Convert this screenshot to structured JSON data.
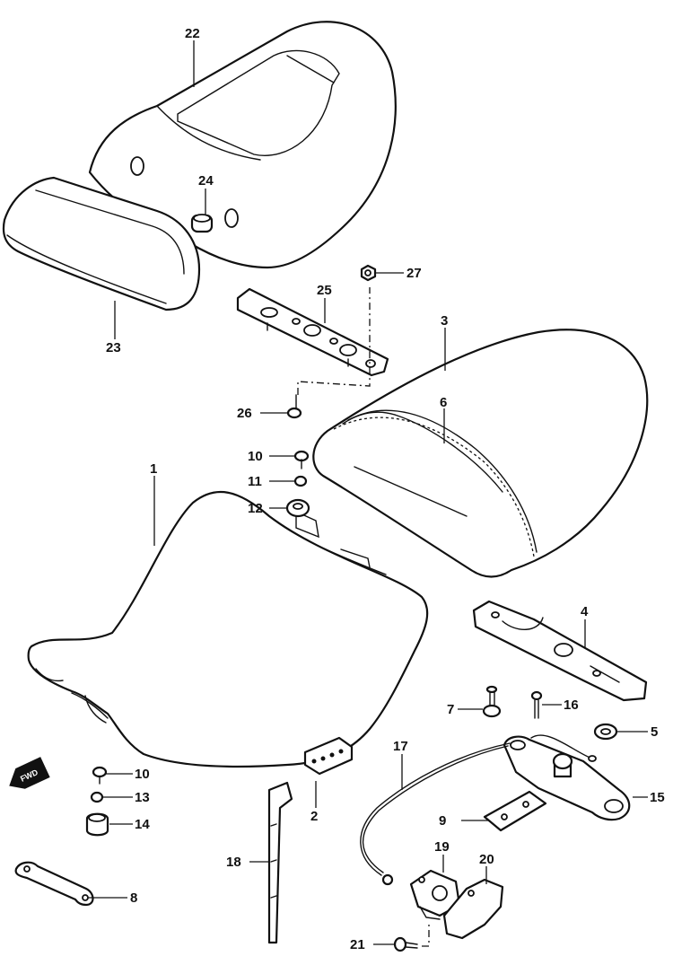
{
  "diagram": {
    "callouts": [
      {
        "id": "1",
        "label": "1"
      },
      {
        "id": "2",
        "label": "2"
      },
      {
        "id": "3",
        "label": "3"
      },
      {
        "id": "4",
        "label": "4"
      },
      {
        "id": "5",
        "label": "5"
      },
      {
        "id": "6",
        "label": "6"
      },
      {
        "id": "7",
        "label": "7"
      },
      {
        "id": "8",
        "label": "8"
      },
      {
        "id": "9",
        "label": "9"
      },
      {
        "id": "10a",
        "label": "10"
      },
      {
        "id": "10b",
        "label": "10"
      },
      {
        "id": "11",
        "label": "11"
      },
      {
        "id": "12",
        "label": "12"
      },
      {
        "id": "13",
        "label": "13"
      },
      {
        "id": "14",
        "label": "14"
      },
      {
        "id": "15",
        "label": "15"
      },
      {
        "id": "16",
        "label": "16"
      },
      {
        "id": "17",
        "label": "17"
      },
      {
        "id": "18",
        "label": "18"
      },
      {
        "id": "19",
        "label": "19"
      },
      {
        "id": "20",
        "label": "20"
      },
      {
        "id": "21",
        "label": "21"
      },
      {
        "id": "22",
        "label": "22"
      },
      {
        "id": "23",
        "label": "23"
      },
      {
        "id": "24",
        "label": "24"
      },
      {
        "id": "25",
        "label": "25"
      },
      {
        "id": "26",
        "label": "26"
      },
      {
        "id": "27",
        "label": "27"
      }
    ],
    "direction_marker": {
      "label": "FWD"
    },
    "colors": {
      "ink": "#111111",
      "paper": "#ffffff"
    }
  }
}
